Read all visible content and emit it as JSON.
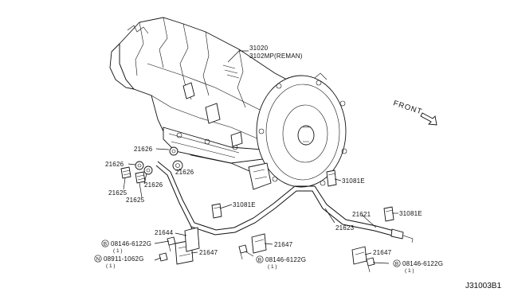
{
  "diagram_code": "J31003B1",
  "front_label": "FRONT",
  "callouts": {
    "c31020": "31020",
    "c3102mp": "3102MP(REMAN)",
    "c21626_a": "21626",
    "c21626_b": "21626",
    "c21626_c": "21626",
    "c21626_d": "21626",
    "c21625_a": "21625",
    "c21625_b": "21625",
    "c31081e_a": "31081E",
    "c31081e_b": "31081E",
    "c31081e_c": "31081E",
    "c21623": "21623",
    "c21621": "21621",
    "c21644": "21644",
    "c21647_a": "21647",
    "c21647_b": "21647",
    "c21647_c": "21647",
    "bolt_a_prefix": "B",
    "bolt_a_num": "08146-6122G",
    "bolt_a_qty": "( 1 )",
    "nut_prefix": "N",
    "nut_num": "08911-1062G",
    "nut_qty": "( 1 )",
    "bolt_b_prefix": "B",
    "bolt_b_num": "08146-6122G",
    "bolt_b_qty": "( 1 )",
    "bolt_c_prefix": "B",
    "bolt_c_num": "08146-6122G",
    "bolt_c_qty": "( 1 )"
  }
}
